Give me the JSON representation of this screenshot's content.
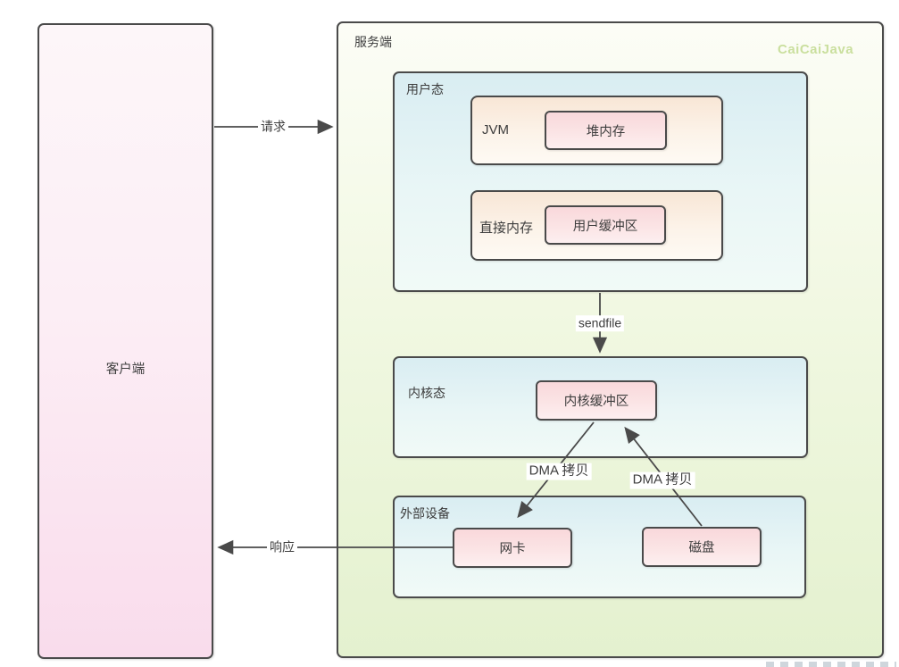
{
  "colors": {
    "border": "#4a4a4a",
    "arrow": "#4a4a4a",
    "client_gradient_top": "#fdf6f9",
    "client_gradient_bottom": "#f9dcec",
    "server_gradient_top": "#fcfdf6",
    "server_gradient_bottom": "#e4f1cf",
    "section_gradient_top": "#d9edf2",
    "section_gradient_bottom": "#f1faf7",
    "jvm_gradient_top": "#f8e6d6",
    "jvm_gradient_bottom": "#fefaf4",
    "pink_gradient_top": "#f9d8db",
    "pink_gradient_bottom": "#fdeff0",
    "brand_watermark_green": "#cadf9e",
    "label_text": "#3d3d3d"
  },
  "client": {
    "label": "客户端"
  },
  "server": {
    "label": "服务端",
    "watermark": "CaiCaiJava"
  },
  "user_mode": {
    "label": "用户态",
    "jvm_label": "JVM",
    "heap_memory": "堆内存",
    "direct_memory_label": "直接内存",
    "user_buffer": "用户缓冲区"
  },
  "kernel_mode": {
    "label": "内核态",
    "kernel_buffer": "内核缓冲区"
  },
  "external_devices": {
    "label": "外部设备",
    "nic": "网卡",
    "disk": "磁盘"
  },
  "arrows": {
    "request": "请求",
    "response": "响应",
    "sendfile": "sendfile",
    "dma_copy_to_nic": "DMA 拷贝",
    "dma_copy_from_disk": "DMA 拷贝"
  }
}
